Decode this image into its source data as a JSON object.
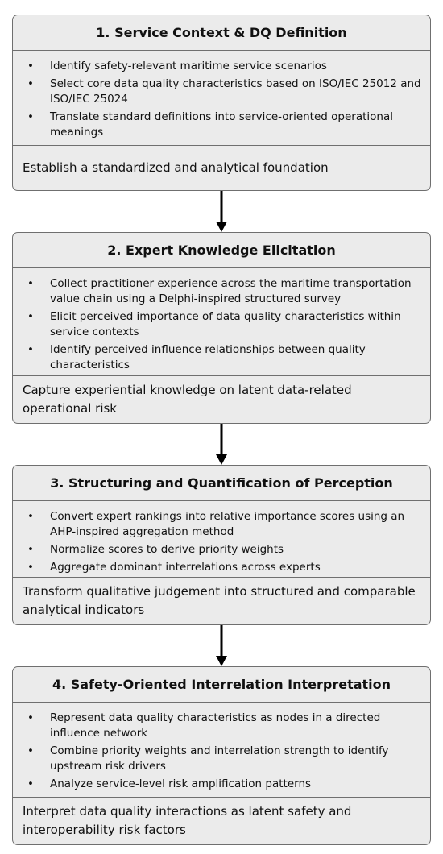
{
  "steps": [
    {
      "title": "1. Service Context & DQ Definition",
      "bullets": [
        "Identify safety-relevant maritime service scenarios",
        "Select core data quality characteristics based on ISO/IEC 25012 and ISO/IEC 25024",
        "Translate standard definitions into service-oriented operational meanings"
      ],
      "summary": "Establish a standardized and analytical foundation"
    },
    {
      "title": "2. Expert Knowledge Elicitation",
      "bullets": [
        "Collect practitioner experience across the maritime transportation value chain using a Delphi-inspired structured survey",
        "Elicit perceived importance of data quality characteristics within service contexts",
        "Identify perceived influence relationships between quality characteristics"
      ],
      "summary": "Capture experiential knowledge on latent data-related operational risk"
    },
    {
      "title": "3. Structuring and Quantification of Perception",
      "bullets": [
        "Convert expert rankings into relative importance scores using an AHP-inspired aggregation method",
        "Normalize scores to derive priority weights",
        "Aggregate dominant interrelations across experts"
      ],
      "summary": "Transform qualitative judgement into structured and comparable analytical indicators"
    },
    {
      "title": "4. Safety-Oriented Interrelation Interpretation",
      "bullets": [
        "Represent data quality characteristics as nodes in a directed influence network",
        "Combine priority weights and interrelation strength to identify upstream risk drivers",
        "Analyze service-level risk amplification patterns"
      ],
      "summary": "Interpret data quality interactions as latent safety and interoperability risk factors"
    }
  ]
}
